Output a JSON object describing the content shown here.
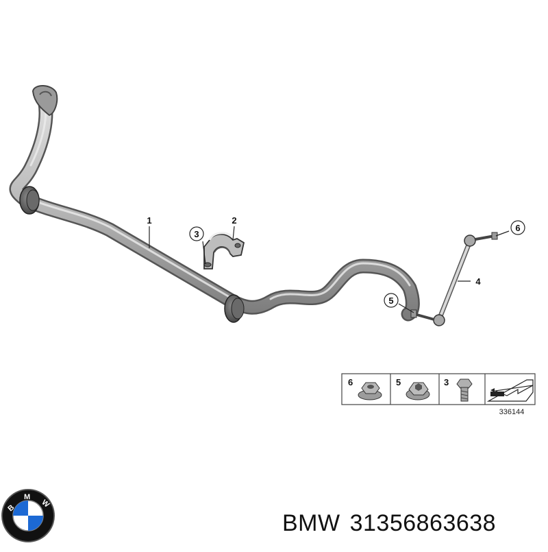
{
  "diagram": {
    "callouts": {
      "c1": "1",
      "c2": "2",
      "c3": "3",
      "c4": "4",
      "c5": "5",
      "c6": "6"
    },
    "legend": {
      "items": [
        {
          "number": "6",
          "part": "flange-nut-icon"
        },
        {
          "number": "5",
          "part": "lock-nut-icon"
        },
        {
          "number": "3",
          "part": "bolt-icon"
        },
        {
          "number": "",
          "part": "arrow-stamp-icon"
        }
      ],
      "drawing_number": "336144"
    }
  },
  "logo": {
    "name": "bmw-logo-icon",
    "lettering": "BMW",
    "colors": {
      "blue": "#1c69d4",
      "white": "#ffffff",
      "ring": "#111111"
    }
  },
  "caption": {
    "brand": "BMW",
    "part_number": "31356863638"
  }
}
